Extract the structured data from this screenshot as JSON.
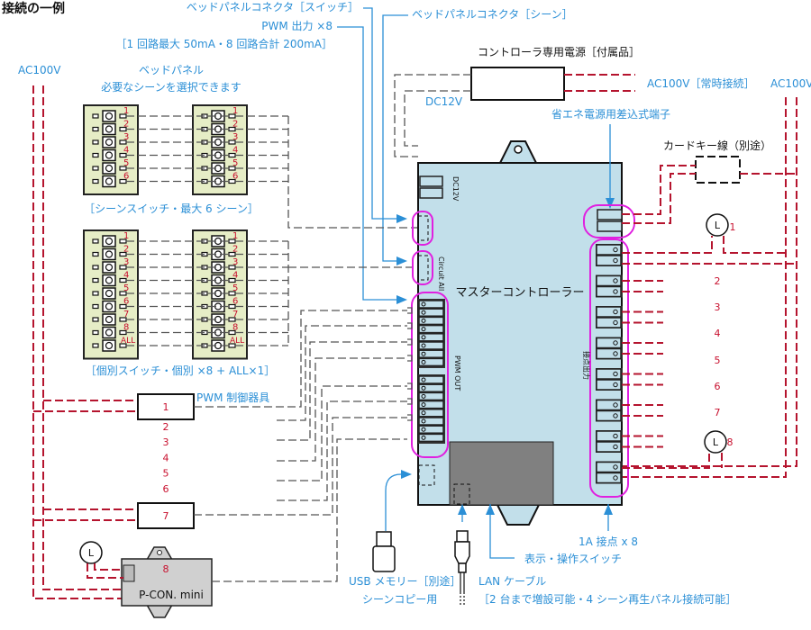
{
  "title": "接続の一例",
  "labels": {
    "bed_panel_switch": "ベッドパネルコネクタ［スイッチ］",
    "pwm_output": "PWM 出力 ×8",
    "pwm_spec": "［1 回路最大 50mA・8 回路合計 200mA］",
    "bed_panel_scene": "ベッドパネルコネクタ［シーン］",
    "power_supply": "コントローラ専用電源［付属品］",
    "ac_always": "AC100V［常時接続］",
    "ac_left": "AC100V",
    "ac_right": "AC100V",
    "dc12v": "DC12V",
    "eco_terminal": "省エネ電源用差込式端子",
    "card_key": "カードキー線（別途）",
    "bed_panel_title": "ベッドパネル",
    "bed_panel_sub": "必要なシーンを選択できます",
    "scene_switch_caption": "［シーンスイッチ・最大 6 シーン］",
    "individual_switch_caption": "［個別スイッチ・個別 ×8 + ALL×1］",
    "pwm_fixture": "PWM 制御器具",
    "master_controller": "マスターコントローラー",
    "dc12v_port": "DC12V",
    "circuit_all": "Circuit All",
    "pwm_out": "PWM OUT",
    "contact_output": "接点出力",
    "contact_1a": "1A 接点 x 8",
    "display_switch": "表示・操作スイッチ",
    "usb_memory": "USB メモリー［別途］",
    "usb_sub": "シーンコピー用",
    "lan_cable": "LAN ケーブル",
    "lan_sub": "［2 台まで増設可能・4 シーン再生パネル接続可能］",
    "pcon": "P-CON. mini",
    "lamp": "L"
  },
  "scene_panel_numbers": [
    "1",
    "2",
    "3",
    "4",
    "5",
    "6"
  ],
  "individual_panel_numbers": [
    "1",
    "2",
    "3",
    "4",
    "5",
    "6",
    "7",
    "8",
    "ALL"
  ],
  "pwm_fixture_numbers": [
    "1",
    "2",
    "3",
    "4",
    "5",
    "6",
    "7"
  ],
  "pcon_number": "8",
  "contact_numbers": [
    "1",
    "2",
    "3",
    "4",
    "5",
    "6",
    "7",
    "8"
  ],
  "colors": {
    "accent_blue": "#2b8fd6",
    "wire_red": "#b5142e",
    "controller_fill": "#c2dfea",
    "highlight_magenta": "#e020e0",
    "panel_fill": "#e6edc6"
  }
}
